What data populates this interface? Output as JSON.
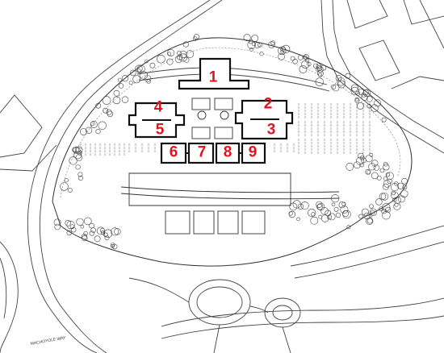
{
  "map": {
    "street_label": "MACHOYOLE WAY",
    "colors": {
      "label_red": "#e0141e",
      "line": "#222222",
      "background": "#ffffff"
    },
    "buildings": [
      {
        "id": "1",
        "label": "1"
      },
      {
        "id": "2",
        "label": "2"
      },
      {
        "id": "3",
        "label": "3"
      },
      {
        "id": "4",
        "label": "4"
      },
      {
        "id": "5",
        "label": "5"
      },
      {
        "id": "6",
        "label": "6"
      },
      {
        "id": "7",
        "label": "7"
      },
      {
        "id": "8",
        "label": "8"
      },
      {
        "id": "9",
        "label": "9"
      }
    ]
  }
}
